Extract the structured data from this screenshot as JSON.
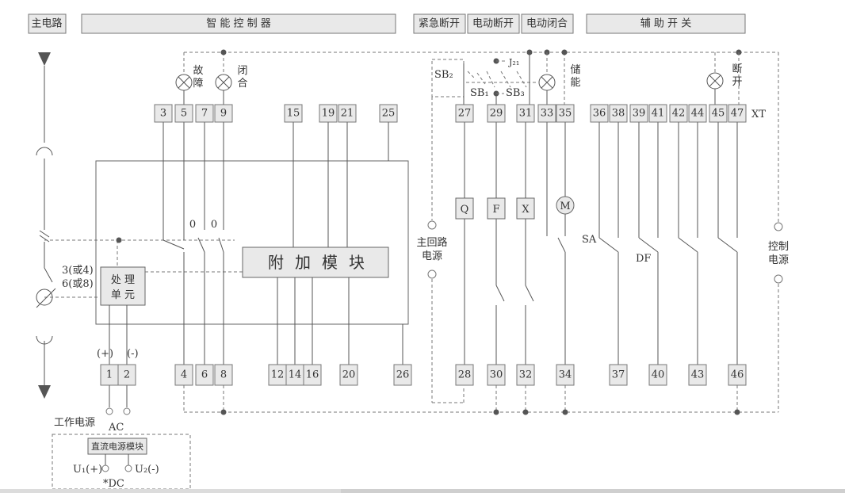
{
  "header": {
    "main_circuit": "主电路",
    "controller": "智 能 控 制 器",
    "emergency_open": "紧急断开",
    "electric_open": "电动断开",
    "electric_close": "电动闭合",
    "aux_switch": "辅 助 开 关"
  },
  "top_terminals": [
    "3",
    "5",
    "7",
    "9",
    "15",
    "19",
    "21",
    "25",
    "27",
    "29",
    "31",
    "33",
    "35",
    "36",
    "38",
    "39",
    "41",
    "42",
    "44",
    "45",
    "47"
  ],
  "bottom_terminals": [
    "1",
    "2",
    "4",
    "6",
    "8",
    "12",
    "14",
    "16",
    "20",
    "26",
    "28",
    "30",
    "32",
    "34",
    "37",
    "40",
    "43",
    "46"
  ],
  "xt_label": "XT",
  "lamps": {
    "fault": "故障",
    "close": "闭合",
    "storage": "储能",
    "open": "断开"
  },
  "lamp_chars": {
    "fault": [
      "故",
      "障"
    ],
    "close": [
      "闭",
      "合"
    ],
    "storage": [
      "储",
      "能"
    ],
    "open": [
      "断",
      "开"
    ]
  },
  "buttons": {
    "sb2": "SB₂",
    "sb1": "SB₁",
    "sb3": "SB₃",
    "j21": "J₂₁"
  },
  "module_label": "附加模块",
  "processing_unit": [
    "处 理",
    "单 元"
  ],
  "coils": [
    "Q",
    "F",
    "X",
    "M"
  ],
  "contacts": {
    "zero_a": "0",
    "zero_b": "0",
    "sa": "SA",
    "df": "DF"
  },
  "sensor_labels": [
    "3(或4)",
    "6(或8)"
  ],
  "polarity": {
    "plus": "(+)",
    "minus": "(-)"
  },
  "main_loop_power": [
    "主回路",
    "电源"
  ],
  "control_power": [
    "控制",
    "电源"
  ],
  "work_power": "工作电源",
  "ac": "AC",
  "dc_module": "直流电源模块",
  "u1": "U₁(+)",
  "u2": "U₂(-)",
  "dc": "*DC"
}
